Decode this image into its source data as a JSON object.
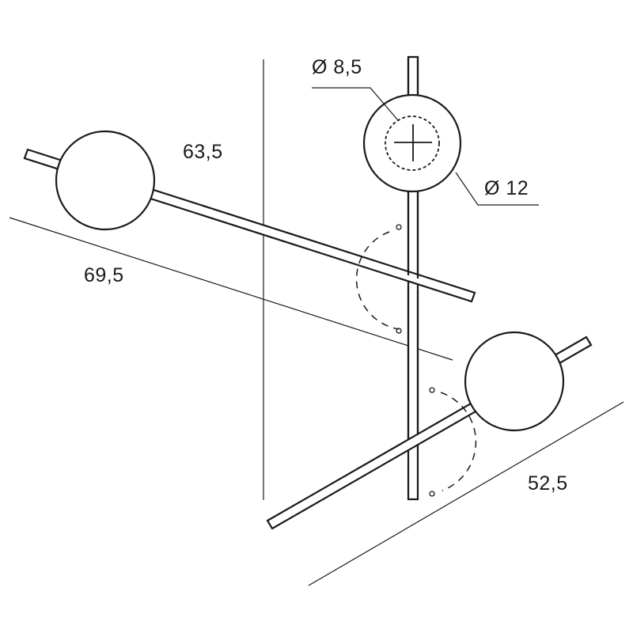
{
  "drawing": {
    "stroke_color": "#1a1a1a",
    "background": "#ffffff",
    "dimensions": {
      "height": "63,5",
      "left_arm_length": "69,5",
      "right_arm_length": "52,5",
      "inner_diameter": "Ø 8,5",
      "outer_diameter": "Ø 12"
    },
    "components": {
      "vertical_rod": "vertical rod",
      "top_disc": "top mounting disc",
      "left_globe": "left globe",
      "right_globe": "right globe",
      "left_arm": "left arm",
      "right_arm": "right arm"
    }
  }
}
